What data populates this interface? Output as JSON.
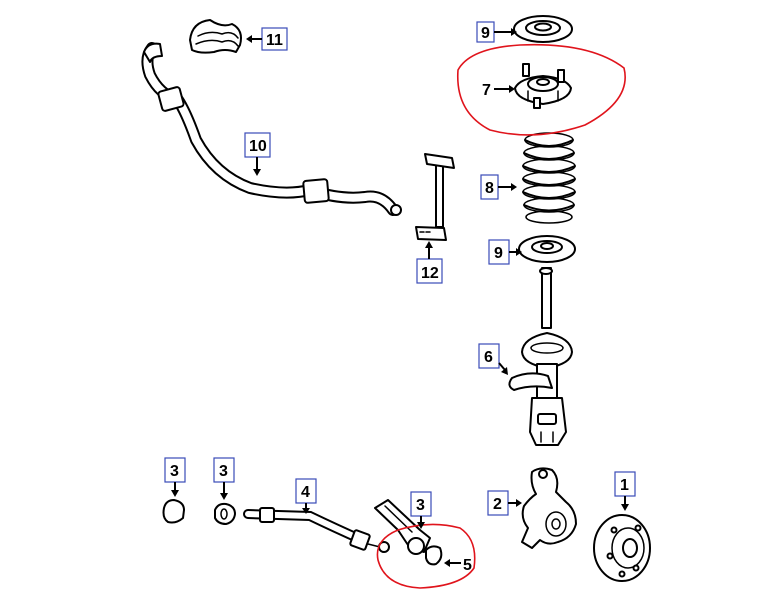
{
  "callouts": [
    {
      "id": "c9a",
      "label": "9"
    },
    {
      "id": "c7",
      "label": "7"
    },
    {
      "id": "c11",
      "label": "11"
    },
    {
      "id": "c10",
      "label": "10"
    },
    {
      "id": "c8",
      "label": "8"
    },
    {
      "id": "c12",
      "label": "12"
    },
    {
      "id": "c9b",
      "label": "9"
    },
    {
      "id": "c6",
      "label": "6"
    },
    {
      "id": "c3a",
      "label": "3"
    },
    {
      "id": "c3b",
      "label": "3"
    },
    {
      "id": "c4",
      "label": "4"
    },
    {
      "id": "c3c",
      "label": "3"
    },
    {
      "id": "c2",
      "label": "2"
    },
    {
      "id": "c1",
      "label": "1"
    },
    {
      "id": "c5",
      "label": "5"
    }
  ],
  "colors": {
    "line": "#000000",
    "callout_border": "#3a4bb8",
    "highlight_circle": "#e0141c"
  }
}
